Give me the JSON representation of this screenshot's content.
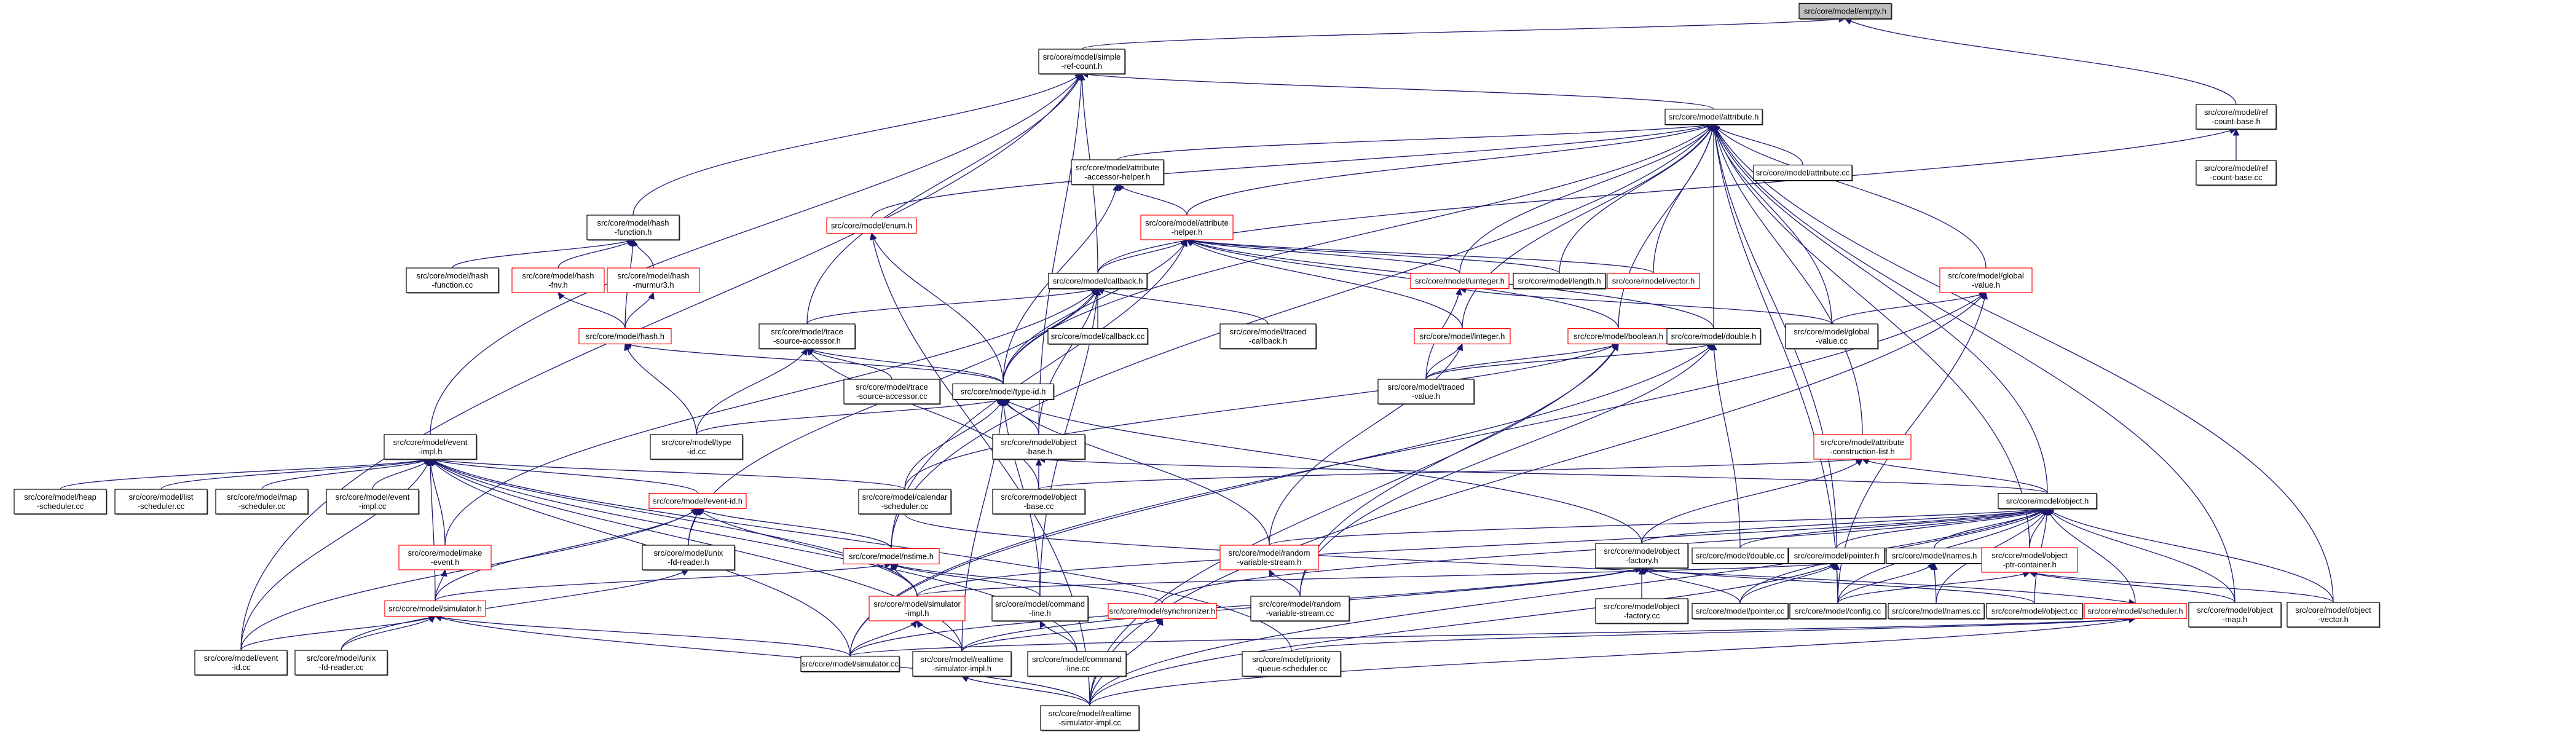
{
  "title": "src/core/model/empty.h",
  "colors": {
    "edge": "#191970",
    "border": "#000000",
    "incomplete_border": "#ff0000",
    "root_fill": "#bfbfbf"
  },
  "nodes": [
    {
      "id": "empty",
      "lines": [
        "src/core/model/empty.h"
      ],
      "style": "root"
    },
    {
      "id": "simple_ref_count",
      "lines": [
        "src/core/model/simple",
        "-ref-count.h"
      ],
      "style": "normal"
    },
    {
      "id": "attribute_h",
      "lines": [
        "src/core/model/attribute.h"
      ],
      "style": "normal"
    },
    {
      "id": "ref_count_base_h",
      "lines": [
        "src/core/model/ref",
        "-count-base.h"
      ],
      "style": "normal"
    },
    {
      "id": "ref_count_base_cc",
      "lines": [
        "src/core/model/ref",
        "-count-base.cc"
      ],
      "style": "normal"
    },
    {
      "id": "attr_accessor_helper",
      "lines": [
        "src/core/model/attribute",
        "-accessor-helper.h"
      ],
      "style": "normal"
    },
    {
      "id": "attribute_cc",
      "lines": [
        "src/core/model/attribute.cc"
      ],
      "style": "normal"
    },
    {
      "id": "hash_function_h",
      "lines": [
        "src/core/model/hash",
        "-function.h"
      ],
      "style": "normal"
    },
    {
      "id": "enum_h",
      "lines": [
        "src/core/model/enum.h"
      ],
      "style": "red"
    },
    {
      "id": "attr_helper",
      "lines": [
        "src/core/model/attribute",
        "-helper.h"
      ],
      "style": "red"
    },
    {
      "id": "hash_function_cc",
      "lines": [
        "src/core/model/hash",
        "-function.cc"
      ],
      "style": "normal"
    },
    {
      "id": "hash_fnv",
      "lines": [
        "src/core/model/hash",
        "-fnv.h"
      ],
      "style": "red"
    },
    {
      "id": "hash_murmur3",
      "lines": [
        "src/core/model/hash",
        "-murmur3.h"
      ],
      "style": "red"
    },
    {
      "id": "callback_h",
      "lines": [
        "src/core/model/callback.h"
      ],
      "style": "normal"
    },
    {
      "id": "uinteger_h",
      "lines": [
        "src/core/model/uinteger.h"
      ],
      "style": "red"
    },
    {
      "id": "length_h",
      "lines": [
        "src/core/model/length.h"
      ],
      "style": "normal"
    },
    {
      "id": "vector_h",
      "lines": [
        "src/core/model/vector.h"
      ],
      "style": "red"
    },
    {
      "id": "global_value_h",
      "lines": [
        "src/core/model/global",
        "-value.h"
      ],
      "style": "red"
    },
    {
      "id": "hash_h",
      "lines": [
        "src/core/model/hash.h"
      ],
      "style": "red"
    },
    {
      "id": "trace_source_accessor_h",
      "lines": [
        "src/core/model/trace",
        "-source-accessor.h"
      ],
      "style": "normal"
    },
    {
      "id": "callback_cc",
      "lines": [
        "src/core/model/callback.cc"
      ],
      "style": "normal"
    },
    {
      "id": "traced_callback",
      "lines": [
        "src/core/model/traced",
        "-callback.h"
      ],
      "style": "normal"
    },
    {
      "id": "integer_h",
      "lines": [
        "src/core/model/integer.h"
      ],
      "style": "red"
    },
    {
      "id": "boolean_h",
      "lines": [
        "src/core/model/boolean.h"
      ],
      "style": "red"
    },
    {
      "id": "double_h",
      "lines": [
        "src/core/model/double.h"
      ],
      "style": "normal"
    },
    {
      "id": "global_value_cc",
      "lines": [
        "src/core/model/global",
        "-value.cc"
      ],
      "style": "normal"
    },
    {
      "id": "trace_source_accessor_cc",
      "lines": [
        "src/core/model/trace",
        "-source-accessor.cc"
      ],
      "style": "normal"
    },
    {
      "id": "type_id_h",
      "lines": [
        "src/core/model/type-id.h"
      ],
      "style": "normal"
    },
    {
      "id": "traced_value",
      "lines": [
        "src/core/model/traced",
        "-value.h"
      ],
      "style": "normal"
    },
    {
      "id": "type_id_cc",
      "lines": [
        "src/core/model/type",
        "-id.cc"
      ],
      "style": "normal"
    },
    {
      "id": "event_impl_h",
      "lines": [
        "src/core/model/event",
        "-impl.h"
      ],
      "style": "normal"
    },
    {
      "id": "object_base_h",
      "lines": [
        "src/core/model/object",
        "-base.h"
      ],
      "style": "normal"
    },
    {
      "id": "attr_construction_list",
      "lines": [
        "src/core/model/attribute",
        "-construction-list.h"
      ],
      "style": "red"
    },
    {
      "id": "heap_scheduler",
      "lines": [
        "src/core/model/heap",
        "-scheduler.cc"
      ],
      "style": "normal"
    },
    {
      "id": "list_scheduler",
      "lines": [
        "src/core/model/list",
        "-scheduler.cc"
      ],
      "style": "normal"
    },
    {
      "id": "map_scheduler",
      "lines": [
        "src/core/model/map",
        "-scheduler.cc"
      ],
      "style": "normal"
    },
    {
      "id": "event_impl_cc",
      "lines": [
        "src/core/model/event",
        "-impl.cc"
      ],
      "style": "normal"
    },
    {
      "id": "event_id_h",
      "lines": [
        "src/core/model/event-id.h"
      ],
      "style": "red"
    },
    {
      "id": "calendar_scheduler",
      "lines": [
        "src/core/model/calendar",
        "-scheduler.cc"
      ],
      "style": "normal"
    },
    {
      "id": "object_base_cc",
      "lines": [
        "src/core/model/object",
        "-base.cc"
      ],
      "style": "normal"
    },
    {
      "id": "object_h",
      "lines": [
        "src/core/model/object.h"
      ],
      "style": "normal"
    },
    {
      "id": "make_event",
      "lines": [
        "src/core/model/make",
        "-event.h"
      ],
      "style": "red"
    },
    {
      "id": "unix_fd_reader_h",
      "lines": [
        "src/core/model/unix",
        "-fd-reader.h"
      ],
      "style": "normal"
    },
    {
      "id": "nstime_h",
      "lines": [
        "src/core/model/nstime.h"
      ],
      "style": "red"
    },
    {
      "id": "random_var_stream_h",
      "lines": [
        "src/core/model/random",
        "-variable-stream.h"
      ],
      "style": "red"
    },
    {
      "id": "object_factory_h",
      "lines": [
        "src/core/model/object",
        "-factory.h"
      ],
      "style": "normal"
    },
    {
      "id": "double_cc",
      "lines": [
        "src/core/model/double.cc"
      ],
      "style": "normal"
    },
    {
      "id": "pointer_h",
      "lines": [
        "src/core/model/pointer.h"
      ],
      "style": "normal"
    },
    {
      "id": "names_h",
      "lines": [
        "src/core/model/names.h"
      ],
      "style": "normal"
    },
    {
      "id": "object_ptr_container",
      "lines": [
        "src/core/model/object",
        "-ptr-container.h"
      ],
      "style": "red"
    },
    {
      "id": "simulator_h",
      "lines": [
        "src/core/model/simulator.h"
      ],
      "style": "red"
    },
    {
      "id": "simulator_impl_h",
      "lines": [
        "src/core/model/simulator",
        "-impl.h"
      ],
      "style": "red"
    },
    {
      "id": "command_line_h",
      "lines": [
        "src/core/model/command",
        "-line.h"
      ],
      "style": "normal"
    },
    {
      "id": "synchronizer_h",
      "lines": [
        "src/core/model/synchronizer.h"
      ],
      "style": "red"
    },
    {
      "id": "random_var_stream_cc",
      "lines": [
        "src/core/model/random",
        "-variable-stream.cc"
      ],
      "style": "normal"
    },
    {
      "id": "object_factory_cc",
      "lines": [
        "src/core/model/object",
        "-factory.cc"
      ],
      "style": "normal"
    },
    {
      "id": "pointer_cc",
      "lines": [
        "src/core/model/pointer.cc"
      ],
      "style": "normal"
    },
    {
      "id": "config_cc",
      "lines": [
        "src/core/model/config.cc"
      ],
      "style": "normal"
    },
    {
      "id": "names_cc",
      "lines": [
        "src/core/model/names.cc"
      ],
      "style": "normal"
    },
    {
      "id": "object_cc",
      "lines": [
        "src/core/model/object.cc"
      ],
      "style": "normal"
    },
    {
      "id": "scheduler_h",
      "lines": [
        "src/core/model/scheduler.h"
      ],
      "style": "red"
    },
    {
      "id": "object_map",
      "lines": [
        "src/core/model/object",
        "-map.h"
      ],
      "style": "normal"
    },
    {
      "id": "object_vector",
      "lines": [
        "src/core/model/object",
        "-vector.h"
      ],
      "style": "normal"
    },
    {
      "id": "event_id_cc",
      "lines": [
        "src/core/model/event",
        "-id.cc"
      ],
      "style": "normal"
    },
    {
      "id": "unix_fd_reader_cc",
      "lines": [
        "src/core/model/unix",
        "-fd-reader.cc"
      ],
      "style": "normal"
    },
    {
      "id": "simulator_cc",
      "lines": [
        "src/core/model/simulator.cc"
      ],
      "style": "normal"
    },
    {
      "id": "realtime_sim_impl_h",
      "lines": [
        "src/core/model/realtime",
        "-simulator-impl.h"
      ],
      "style": "normal"
    },
    {
      "id": "command_line_cc",
      "lines": [
        "src/core/model/command",
        "-line.cc"
      ],
      "style": "normal"
    },
    {
      "id": "priority_queue_scheduler",
      "lines": [
        "src/core/model/priority",
        "-queue-scheduler.cc"
      ],
      "style": "normal"
    },
    {
      "id": "realtime_sim_impl_cc",
      "lines": [
        "src/core/model/realtime",
        "-simulator-impl.cc"
      ],
      "style": "normal"
    }
  ],
  "edges": [
    [
      "simple_ref_count",
      "empty"
    ],
    [
      "ref_count_base_h",
      "empty"
    ],
    [
      "attribute_h",
      "simple_ref_count"
    ],
    [
      "callback_h",
      "simple_ref_count"
    ],
    [
      "hash_function_h",
      "simple_ref_count"
    ],
    [
      "event_impl_h",
      "simple_ref_count"
    ],
    [
      "event_id_cc",
      "simple_ref_count"
    ],
    [
      "trace_source_accessor_h",
      "simple_ref_count"
    ],
    [
      "object_base_h",
      "simple_ref_count"
    ],
    [
      "ref_count_base_cc",
      "ref_count_base_h"
    ],
    [
      "callback_h",
      "ref_count_base_h"
    ],
    [
      "attr_accessor_helper",
      "attribute_h"
    ],
    [
      "attribute_cc",
      "attribute_h"
    ],
    [
      "enum_h",
      "attribute_h"
    ],
    [
      "attr_helper",
      "attribute_h"
    ],
    [
      "uinteger_h",
      "attribute_h"
    ],
    [
      "length_h",
      "attribute_h"
    ],
    [
      "vector_h",
      "attribute_h"
    ],
    [
      "global_value_h",
      "attribute_h"
    ],
    [
      "integer_h",
      "attribute_h"
    ],
    [
      "boolean_h",
      "attribute_h"
    ],
    [
      "double_h",
      "attribute_h"
    ],
    [
      "global_value_cc",
      "attribute_h"
    ],
    [
      "type_id_h",
      "attribute_h"
    ],
    [
      "attr_construction_list",
      "attribute_h"
    ],
    [
      "object_h",
      "attribute_h"
    ],
    [
      "pointer_h",
      "attribute_h"
    ],
    [
      "object_ptr_container",
      "attribute_h"
    ],
    [
      "object_map",
      "attribute_h"
    ],
    [
      "object_vector",
      "attribute_h"
    ],
    [
      "nstime_h",
      "attribute_h"
    ],
    [
      "config_cc",
      "attribute_h"
    ],
    [
      "attr_helper",
      "attr_accessor_helper"
    ],
    [
      "type_id_h",
      "attr_accessor_helper"
    ],
    [
      "hash_function_cc",
      "hash_function_h"
    ],
    [
      "hash_fnv",
      "hash_function_h"
    ],
    [
      "hash_murmur3",
      "hash_function_h"
    ],
    [
      "hash_h",
      "hash_function_h"
    ],
    [
      "type_id_h",
      "enum_h"
    ],
    [
      "realtime_sim_impl_cc",
      "enum_h"
    ],
    [
      "callback_h",
      "attr_helper"
    ],
    [
      "uinteger_h",
      "attr_helper"
    ],
    [
      "length_h",
      "attr_helper"
    ],
    [
      "vector_h",
      "attr_helper"
    ],
    [
      "integer_h",
      "attr_helper"
    ],
    [
      "boolean_h",
      "attr_helper"
    ],
    [
      "double_h",
      "attr_helper"
    ],
    [
      "type_id_h",
      "attr_helper"
    ],
    [
      "nstime_h",
      "attr_helper"
    ],
    [
      "hash_h",
      "hash_fnv"
    ],
    [
      "hash_h",
      "hash_murmur3"
    ],
    [
      "trace_source_accessor_h",
      "callback_h"
    ],
    [
      "callback_cc",
      "callback_h"
    ],
    [
      "traced_callback",
      "callback_h"
    ],
    [
      "type_id_h",
      "callback_h"
    ],
    [
      "object_base_h",
      "callback_h"
    ],
    [
      "make_event",
      "callback_h"
    ],
    [
      "command_line_h",
      "callback_h"
    ],
    [
      "unix_fd_reader_h",
      "callback_h"
    ],
    [
      "traced_value",
      "uinteger_h"
    ],
    [
      "global_value_cc",
      "uinteger_h"
    ],
    [
      "global_value_cc",
      "global_value_h"
    ],
    [
      "config_cc",
      "global_value_h"
    ],
    [
      "realtime_sim_impl_cc",
      "global_value_h"
    ],
    [
      "simulator_cc",
      "global_value_h"
    ],
    [
      "type_id_h",
      "hash_h"
    ],
    [
      "type_id_cc",
      "hash_h"
    ],
    [
      "trace_source_accessor_cc",
      "trace_source_accessor_h"
    ],
    [
      "type_id_h",
      "trace_source_accessor_h"
    ],
    [
      "type_id_cc",
      "trace_source_accessor_h"
    ],
    [
      "object_base_cc",
      "trace_source_accessor_h"
    ],
    [
      "traced_value",
      "integer_h"
    ],
    [
      "random_var_stream_h",
      "integer_h"
    ],
    [
      "traced_value",
      "boolean_h"
    ],
    [
      "random_var_stream_cc",
      "boolean_h"
    ],
    [
      "realtime_sim_impl_cc",
      "boolean_h"
    ],
    [
      "calendar_scheduler",
      "boolean_h"
    ],
    [
      "traced_value",
      "double_h"
    ],
    [
      "random_var_stream_cc",
      "double_h"
    ],
    [
      "double_cc",
      "double_h"
    ],
    [
      "simulator_cc",
      "double_h"
    ],
    [
      "type_id_cc",
      "type_id_h"
    ],
    [
      "object_base_h",
      "type_id_h"
    ],
    [
      "calendar_scheduler",
      "type_id_h"
    ],
    [
      "random_var_stream_h",
      "type_id_h"
    ],
    [
      "object_factory_h",
      "type_id_h"
    ],
    [
      "command_line_h",
      "type_id_h"
    ],
    [
      "realtime_sim_impl_h",
      "type_id_h"
    ],
    [
      "heap_scheduler",
      "event_impl_h"
    ],
    [
      "list_scheduler",
      "event_impl_h"
    ],
    [
      "map_scheduler",
      "event_impl_h"
    ],
    [
      "event_impl_cc",
      "event_impl_h"
    ],
    [
      "event_id_h",
      "event_impl_h"
    ],
    [
      "make_event",
      "event_impl_h"
    ],
    [
      "simulator_h",
      "event_impl_h"
    ],
    [
      "event_id_cc",
      "event_impl_h"
    ],
    [
      "simulator_impl_h",
      "event_impl_h"
    ],
    [
      "simulator_cc",
      "event_impl_h"
    ],
    [
      "realtime_sim_impl_h",
      "event_impl_h"
    ],
    [
      "calendar_scheduler",
      "event_impl_h"
    ],
    [
      "priority_queue_scheduler",
      "event_impl_h"
    ],
    [
      "command_line_cc",
      "event_impl_h"
    ],
    [
      "object_base_cc",
      "object_base_h"
    ],
    [
      "object_h",
      "object_base_h"
    ],
    [
      "object_base_cc",
      "attr_construction_list"
    ],
    [
      "object_h",
      "attr_construction_list"
    ],
    [
      "object_factory_h",
      "attr_construction_list"
    ],
    [
      "unix_fd_reader_h",
      "event_id_h"
    ],
    [
      "simulator_h",
      "event_id_h"
    ],
    [
      "simulator_impl_h",
      "event_id_h"
    ],
    [
      "event_id_cc",
      "event_id_h"
    ],
    [
      "nstime_h",
      "event_id_h"
    ],
    [
      "object_factory_h",
      "object_h"
    ],
    [
      "double_cc",
      "object_h"
    ],
    [
      "pointer_h",
      "object_h"
    ],
    [
      "names_h",
      "object_h"
    ],
    [
      "object_ptr_container",
      "object_h"
    ],
    [
      "config_cc",
      "object_h"
    ],
    [
      "names_cc",
      "object_h"
    ],
    [
      "object_cc",
      "object_h"
    ],
    [
      "scheduler_h",
      "object_h"
    ],
    [
      "object_map",
      "object_h"
    ],
    [
      "object_vector",
      "object_h"
    ],
    [
      "random_var_stream_h",
      "object_h"
    ],
    [
      "simulator_impl_h",
      "object_h"
    ],
    [
      "synchronizer_h",
      "object_h"
    ],
    [
      "pointer_cc",
      "object_h"
    ],
    [
      "realtime_sim_impl_cc",
      "object_h"
    ],
    [
      "simulator_h",
      "make_event"
    ],
    [
      "unix_fd_reader_cc",
      "unix_fd_reader_h"
    ],
    [
      "simulator_impl_h",
      "nstime_h"
    ],
    [
      "simulator_h",
      "nstime_h"
    ],
    [
      "command_line_h",
      "nstime_h"
    ],
    [
      "synchronizer_h",
      "nstime_h"
    ],
    [
      "random_var_stream_cc",
      "random_var_stream_h"
    ],
    [
      "object_factory_cc",
      "object_factory_h"
    ],
    [
      "pointer_cc",
      "object_factory_h"
    ],
    [
      "object_cc",
      "object_factory_h"
    ],
    [
      "simulator_cc",
      "object_factory_h"
    ],
    [
      "realtime_sim_impl_h",
      "object_factory_h"
    ],
    [
      "pointer_cc",
      "pointer_h"
    ],
    [
      "config_cc",
      "pointer_h"
    ],
    [
      "simulator_impl_h",
      "pointer_h"
    ],
    [
      "realtime_sim_impl_cc",
      "pointer_h"
    ],
    [
      "config_cc",
      "names_h"
    ],
    [
      "names_cc",
      "names_h"
    ],
    [
      "object_map",
      "object_ptr_container"
    ],
    [
      "object_vector",
      "object_ptr_container"
    ],
    [
      "config_cc",
      "object_ptr_container"
    ],
    [
      "event_id_cc",
      "simulator_h"
    ],
    [
      "unix_fd_reader_cc",
      "simulator_h"
    ],
    [
      "simulator_cc",
      "simulator_h"
    ],
    [
      "realtime_sim_impl_cc",
      "simulator_h"
    ],
    [
      "simulator_cc",
      "simulator_impl_h"
    ],
    [
      "realtime_sim_impl_h",
      "simulator_impl_h"
    ],
    [
      "command_line_cc",
      "command_line_h"
    ],
    [
      "realtime_sim_impl_h",
      "synchronizer_h"
    ],
    [
      "realtime_sim_impl_cc",
      "synchronizer_h"
    ],
    [
      "simulator_cc",
      "scheduler_h"
    ],
    [
      "realtime_sim_impl_cc",
      "scheduler_h"
    ],
    [
      "priority_queue_scheduler",
      "scheduler_h"
    ],
    [
      "calendar_scheduler",
      "scheduler_h"
    ],
    [
      "realtime_sim_impl_cc",
      "realtime_sim_impl_h"
    ]
  ]
}
